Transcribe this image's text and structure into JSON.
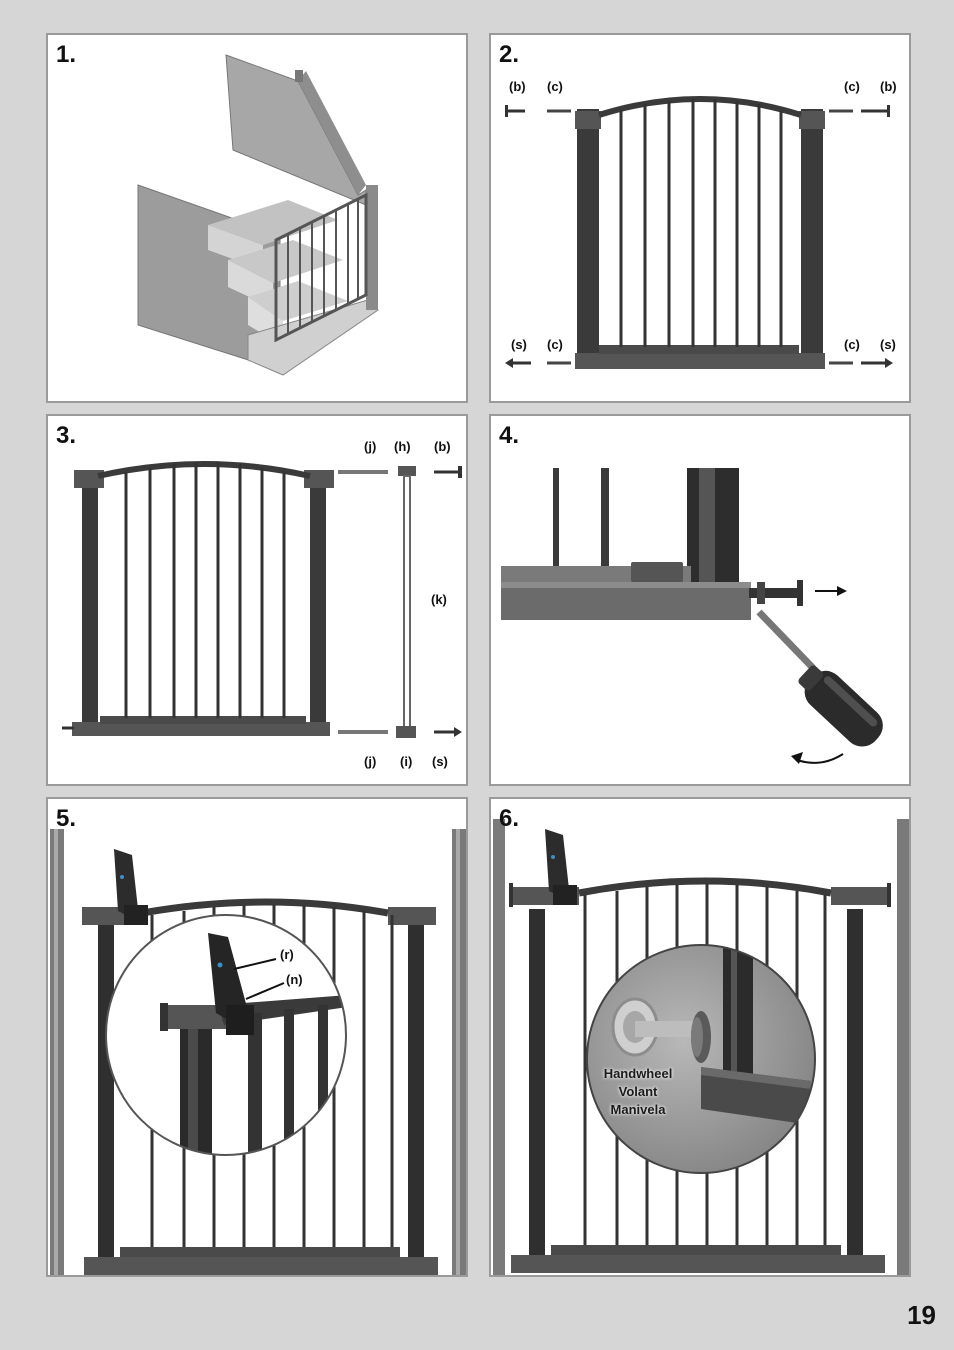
{
  "steps": [
    {
      "number": "1."
    },
    {
      "number": "2.",
      "labels": {
        "top_left_b": "(b)",
        "top_left_c": "(c)",
        "top_right_c": "(c)",
        "top_right_b": "(b)",
        "bottom_left_s": "(s)",
        "bottom_left_c": "(c)",
        "bottom_right_c": "(c)",
        "bottom_right_s": "(s)"
      }
    },
    {
      "number": "3.",
      "labels": {
        "top_j": "(j)",
        "top_h": "(h)",
        "top_b": "(b)",
        "mid_k": "(k)",
        "bottom_j": "(j)",
        "bottom_i": "(i)",
        "bottom_s": "(s)"
      }
    },
    {
      "number": "4."
    },
    {
      "number": "5.",
      "labels": {
        "r": "(r)",
        "n": "(n)"
      }
    },
    {
      "number": "6.",
      "handwheel": [
        "Handwheel",
        "Volant",
        "Manivela"
      ]
    }
  ],
  "page_number": "19"
}
